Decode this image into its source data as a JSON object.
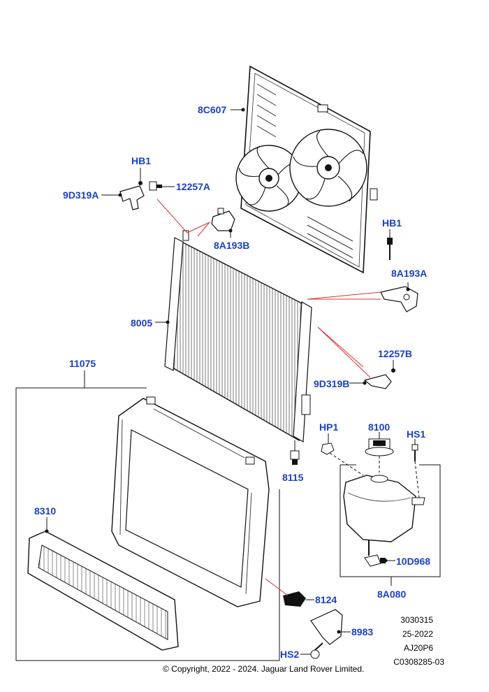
{
  "callouts": {
    "c8C607": "8C607",
    "cHB1_left": "HB1",
    "c9D319A": "9D319A",
    "c12257A": "12257A",
    "c8A193B": "8A193B",
    "cHB1_right": "HB1",
    "c8A193A": "8A193A",
    "c8005": "8005",
    "c11075": "11075",
    "c12257B": "12257B",
    "c9D319B": "9D319B",
    "cHP1": "HP1",
    "c8100": "8100",
    "cHS1": "HS1",
    "c8115": "8115",
    "c8310": "8310",
    "c10D968": "10D968",
    "c8A080": "8A080",
    "c8124": "8124",
    "c8983": "8983",
    "cHS2": "HS2"
  },
  "meta": {
    "line1": "3030315",
    "line2": "25-2022",
    "line3": "AJ20P6",
    "line4": "C0308285-03"
  },
  "copyright": "© Copyright, 2022 - 2024. Jaguar Land Rover Limited.",
  "colors": {
    "callout": "#1a3fc8",
    "leader_red": "#e03030",
    "linework": "#111111"
  }
}
